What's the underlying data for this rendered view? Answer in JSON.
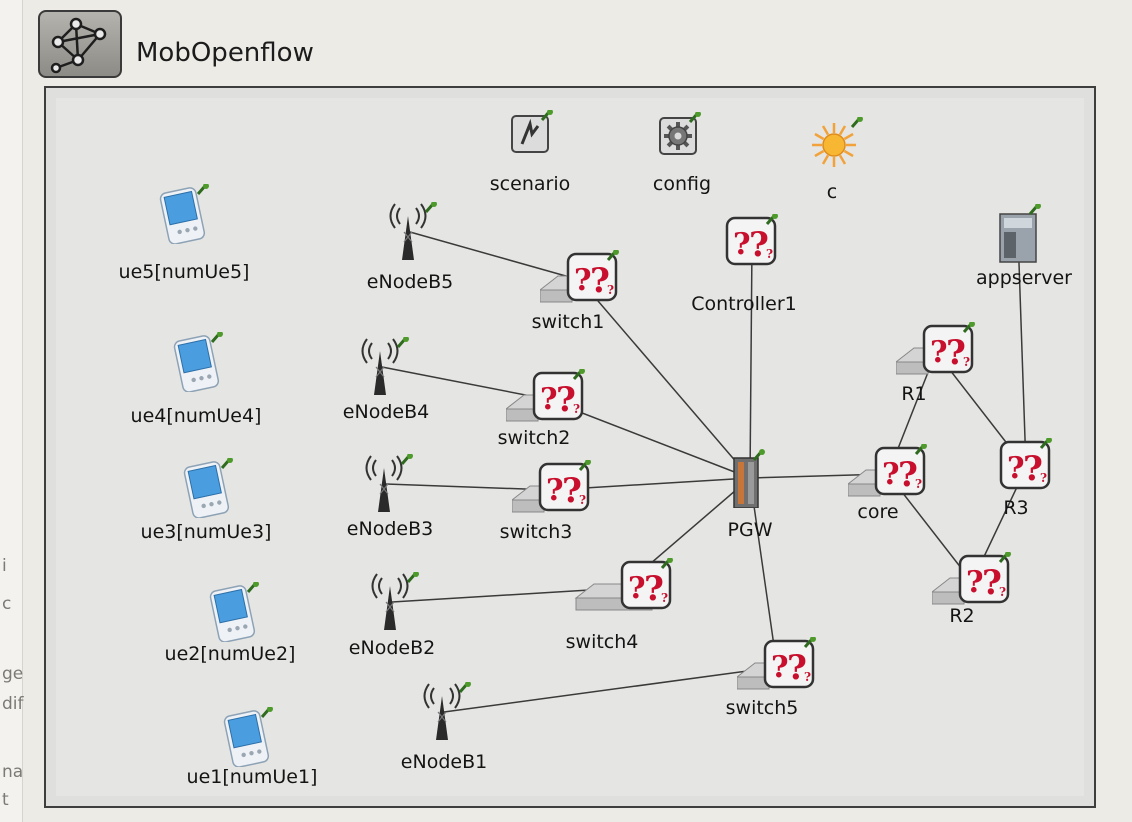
{
  "window": {
    "title": "MobOpenflow",
    "left_panel_fragments": [
      "i",
      "c",
      "ge",
      "dif",
      "na",
      "t"
    ]
  },
  "network": {
    "nodes": [
      {
        "id": "scenario",
        "label": "scenario",
        "icon": "scenario-icon"
      },
      {
        "id": "config",
        "label": "config",
        "icon": "gear-icon"
      },
      {
        "id": "c",
        "label": "c",
        "icon": "sun-icon"
      },
      {
        "id": "ue5",
        "label": "ue5[numUe5]",
        "icon": "pda-icon"
      },
      {
        "id": "ue4",
        "label": "ue4[numUe4]",
        "icon": "pda-icon"
      },
      {
        "id": "ue3",
        "label": "ue3[numUe3]",
        "icon": "pda-icon"
      },
      {
        "id": "ue2",
        "label": "ue2[numUe2]",
        "icon": "pda-icon"
      },
      {
        "id": "ue1",
        "label": "ue1[numUe1]",
        "icon": "pda-icon"
      },
      {
        "id": "enb5",
        "label": "eNodeB5",
        "icon": "antenna-tower-icon"
      },
      {
        "id": "enb4",
        "label": "eNodeB4",
        "icon": "antenna-tower-icon"
      },
      {
        "id": "enb3",
        "label": "eNodeB3",
        "icon": "antenna-tower-icon"
      },
      {
        "id": "enb2",
        "label": "eNodeB2",
        "icon": "antenna-tower-icon"
      },
      {
        "id": "enb1",
        "label": "eNodeB1",
        "icon": "antenna-tower-icon"
      },
      {
        "id": "switch1",
        "label": "switch1",
        "icon": "unknown-module-icon"
      },
      {
        "id": "switch2",
        "label": "switch2",
        "icon": "unknown-module-icon"
      },
      {
        "id": "switch3",
        "label": "switch3",
        "icon": "unknown-module-icon"
      },
      {
        "id": "switch4",
        "label": "switch4",
        "icon": "unknown-module-icon"
      },
      {
        "id": "switch5",
        "label": "switch5",
        "icon": "unknown-module-icon"
      },
      {
        "id": "controller1",
        "label": "Controller1",
        "icon": "unknown-module-icon"
      },
      {
        "id": "pgw",
        "label": "PGW",
        "icon": "gateway-icon"
      },
      {
        "id": "core",
        "label": "core",
        "icon": "unknown-module-icon"
      },
      {
        "id": "r1",
        "label": "R1",
        "icon": "unknown-module-icon"
      },
      {
        "id": "r2",
        "label": "R2",
        "icon": "unknown-module-icon"
      },
      {
        "id": "r3",
        "label": "R3",
        "icon": "unknown-module-icon"
      },
      {
        "id": "appserver",
        "label": "appserver",
        "icon": "server-icon"
      }
    ],
    "links": [
      [
        "enb5",
        "switch1"
      ],
      [
        "enb4",
        "switch2"
      ],
      [
        "enb3",
        "switch3"
      ],
      [
        "enb2",
        "switch4"
      ],
      [
        "enb1",
        "switch5"
      ],
      [
        "switch1",
        "pgw"
      ],
      [
        "switch2",
        "pgw"
      ],
      [
        "switch3",
        "pgw"
      ],
      [
        "switch4",
        "pgw"
      ],
      [
        "switch5",
        "pgw"
      ],
      [
        "controller1",
        "pgw"
      ],
      [
        "pgw",
        "core"
      ],
      [
        "core",
        "r1"
      ],
      [
        "core",
        "r2"
      ],
      [
        "r1",
        "r3"
      ],
      [
        "r2",
        "r3"
      ],
      [
        "r3",
        "appserver"
      ]
    ]
  }
}
